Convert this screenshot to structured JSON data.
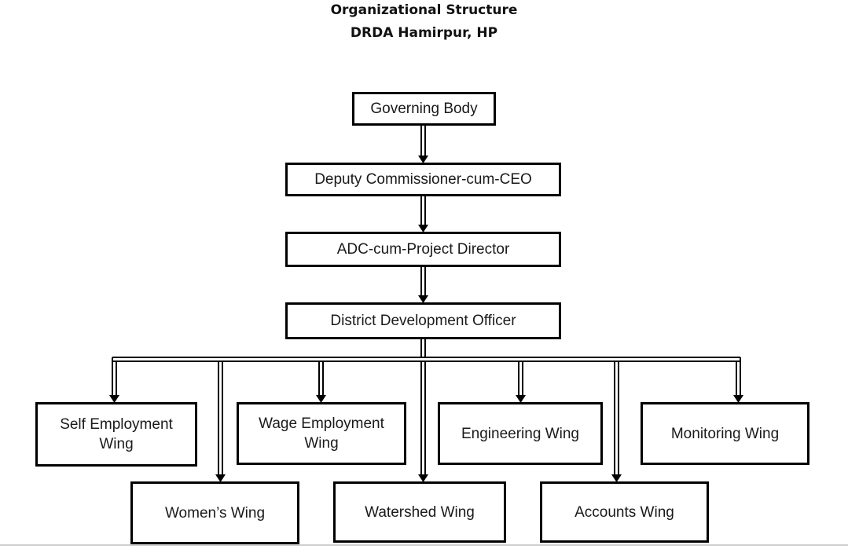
{
  "title": {
    "line1": "Organizational Structure",
    "line2": "DRDA Hamirpur,  HP"
  },
  "nodes": {
    "governing_body": "Governing Body",
    "deputy_commissioner": "Deputy Commissioner-cum-CEO",
    "adc_project_director": "ADC-cum-Project Director",
    "district_development_officer": "District Development Officer",
    "self_employment_wing": "Self Employment Wing",
    "wage_employment_wing": "Wage Employment Wing",
    "engineering_wing": "Engineering Wing",
    "monitoring_wing": "Monitoring Wing",
    "womens_wing": "Women’s Wing",
    "watershed_wing": "Watershed Wing",
    "accounts_wing": "Accounts Wing"
  },
  "edges": [
    [
      "governing_body",
      "deputy_commissioner"
    ],
    [
      "deputy_commissioner",
      "adc_project_director"
    ],
    [
      "adc_project_director",
      "district_development_officer"
    ],
    [
      "district_development_officer",
      "self_employment_wing"
    ],
    [
      "district_development_officer",
      "womens_wing"
    ],
    [
      "district_development_officer",
      "wage_employment_wing"
    ],
    [
      "district_development_officer",
      "watershed_wing"
    ],
    [
      "district_development_officer",
      "engineering_wing"
    ],
    [
      "district_development_officer",
      "accounts_wing"
    ],
    [
      "district_development_officer",
      "monitoring_wing"
    ]
  ],
  "colors": {
    "line": "#000000",
    "text": "#1a1a1a",
    "background": "#ffffff"
  }
}
